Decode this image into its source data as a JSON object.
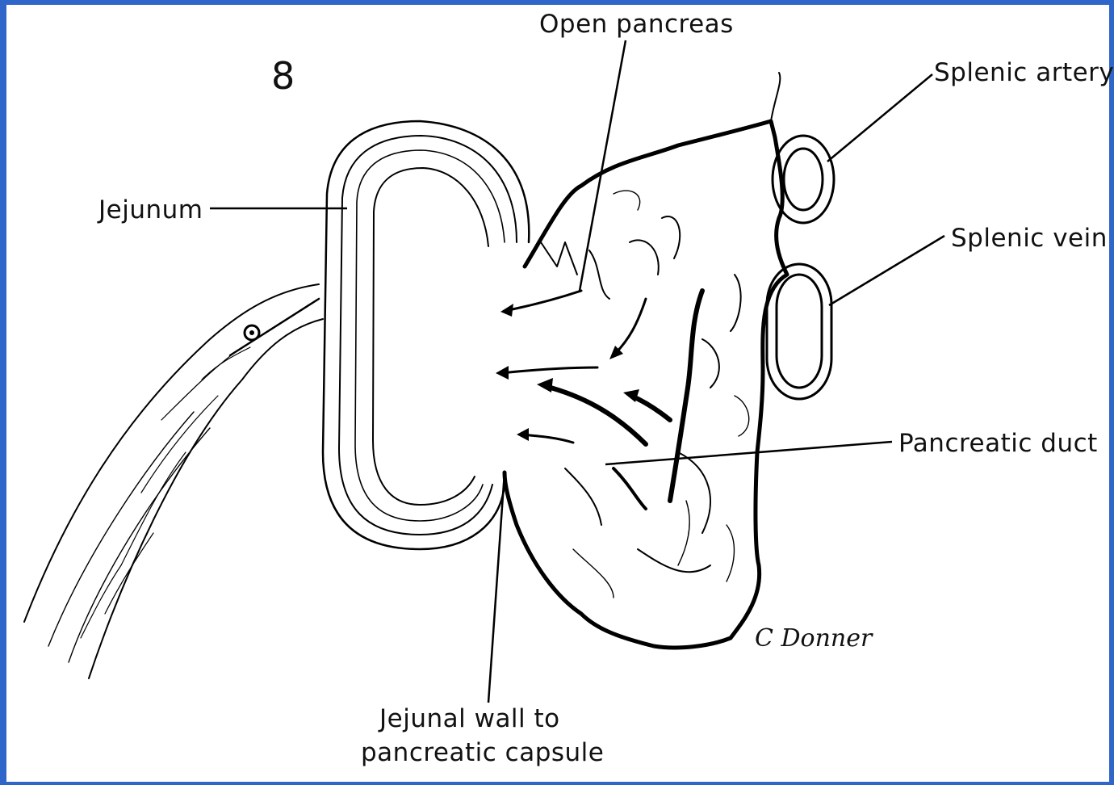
{
  "figure": {
    "number": "8",
    "signature": "C Donner"
  },
  "labels": {
    "open_pancreas": "Open pancreas",
    "splenic_artery": "Splenic artery",
    "splenic_vein": "Splenic vein",
    "jejunum": "Jejunum",
    "pancreatic_duct": "Pancreatic duct",
    "jejunal_wall_line1": "Jejunal wall to",
    "jejunal_wall_line2": "pancreatic capsule"
  },
  "colors": {
    "frame": "#2f66c9",
    "ink": "#000000",
    "background": "#ffffff"
  }
}
